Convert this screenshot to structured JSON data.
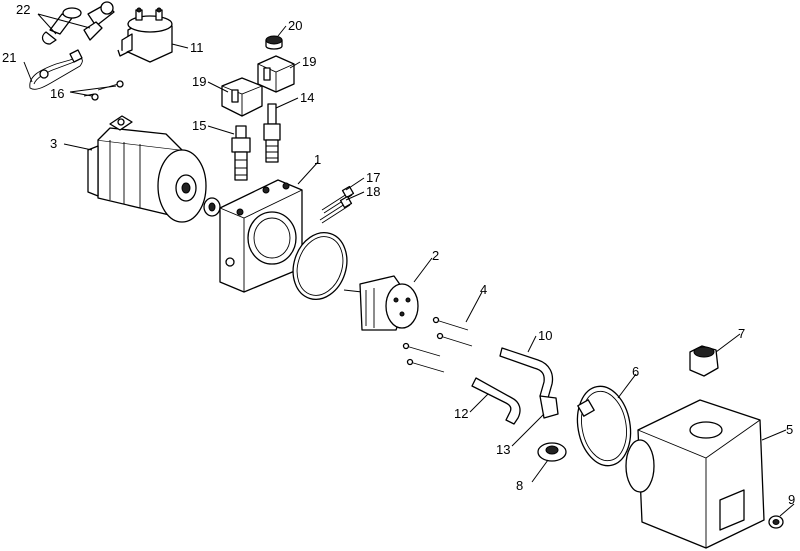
{
  "diagram": {
    "callouts": [
      {
        "id": "c1",
        "label": "1"
      },
      {
        "id": "c2",
        "label": "2"
      },
      {
        "id": "c3",
        "label": "3"
      },
      {
        "id": "c4",
        "label": "4"
      },
      {
        "id": "c5",
        "label": "5"
      },
      {
        "id": "c6",
        "label": "6"
      },
      {
        "id": "c7",
        "label": "7"
      },
      {
        "id": "c8",
        "label": "8"
      },
      {
        "id": "c9",
        "label": "9"
      },
      {
        "id": "c10",
        "label": "10"
      },
      {
        "id": "c11",
        "label": "11"
      },
      {
        "id": "c12",
        "label": "12"
      },
      {
        "id": "c13",
        "label": "13"
      },
      {
        "id": "c14",
        "label": "14"
      },
      {
        "id": "c15",
        "label": "15"
      },
      {
        "id": "c16",
        "label": "16"
      },
      {
        "id": "c17",
        "label": "17"
      },
      {
        "id": "c18",
        "label": "18"
      },
      {
        "id": "c19a",
        "label": "19"
      },
      {
        "id": "c19b",
        "label": "19"
      },
      {
        "id": "c20",
        "label": "20"
      },
      {
        "id": "c21",
        "label": "21"
      },
      {
        "id": "c22",
        "label": "22"
      }
    ]
  }
}
